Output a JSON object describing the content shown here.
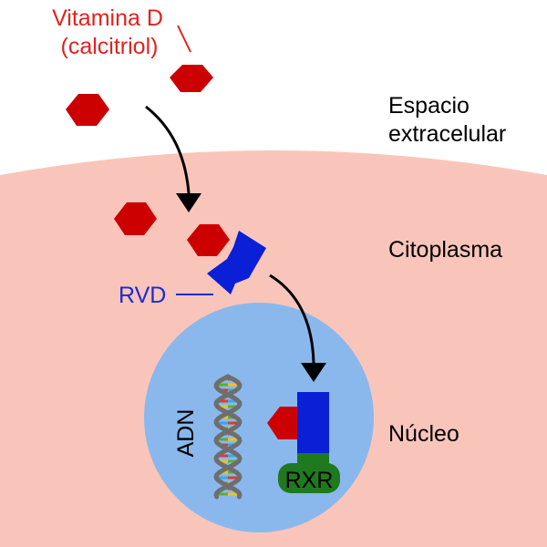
{
  "labels": {
    "vitamin_line1": "Vitamina D",
    "vitamin_line2": "(calcitriol)",
    "extracellular_line1": "Espacio",
    "extracellular_line2": "extracelular",
    "cytoplasm": "Citoplasma",
    "nucleus": "Núcleo",
    "rvd": "RVD",
    "adn": "ADN",
    "rxr": "RXR"
  },
  "colors": {
    "background": "#ffffff",
    "cytoplasm": "#f9c5ba",
    "nucleus": "#8ab8ed",
    "vitamin_d": "#cc0000",
    "vdr_receptor": "#0a1fd6",
    "rxr_receptor": "#1f7a1f",
    "vitamin_label": "#e0231c",
    "rvd_label": "#1a2bd6",
    "arrow": "#000000",
    "dna_backbone": "#6e6e6e"
  }
}
